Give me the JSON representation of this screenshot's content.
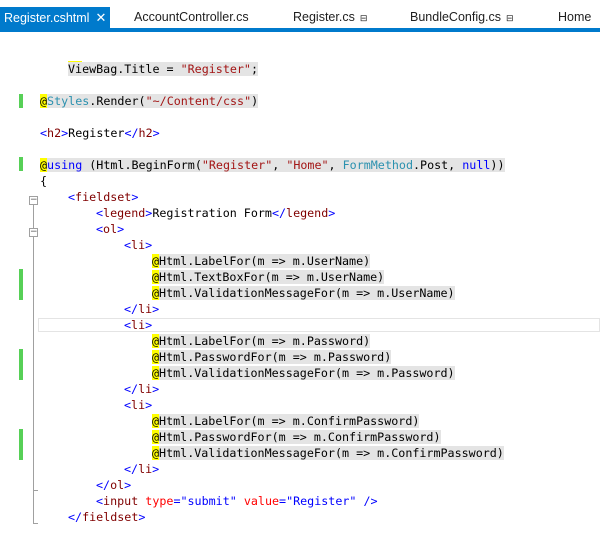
{
  "tabs": [
    {
      "label": "Register.cshtml",
      "active": true,
      "close": "✕"
    },
    {
      "label": "AccountController.cs"
    },
    {
      "label": "Register.cs",
      "pin": "⊟"
    },
    {
      "label": "BundleConfig.cs",
      "pin": "⊟"
    },
    {
      "label": "Home"
    }
  ],
  "code": {
    "l1_at": "@{",
    "l2a": "ViewBag.Title = ",
    "l2b": "\"Register\"",
    "l2c": ";",
    "l3": "}",
    "l4_at": "@",
    "l4_styles": "Styles",
    "l4_b": ".Render(",
    "l4_str": "\"~/Content/css\"",
    "l4_c": ")",
    "l6_open": "<",
    "l6_tag": "h2",
    "l6_close": ">",
    "l6_text": "Register",
    "l6_open2": "</",
    "l6_tag2": "h2",
    "l6_close2": ">",
    "l8_at": "@",
    "l8_using": "using",
    "l8_a": " (Html.BeginForm(",
    "l8_s1": "\"Register\"",
    "l8_c1": ", ",
    "l8_s2": "\"Home\"",
    "l8_c2": ", ",
    "l8_type": "FormMethod",
    "l8_b": ".Post, ",
    "l8_null": "null",
    "l8_end": "))",
    "l9": "{",
    "fieldset_open": "fieldset",
    "legend_tag": "legend",
    "legend_text": "Registration Form",
    "ol_tag": "ol",
    "li_tag": "li",
    "label_username": "@Html.LabelFor(m => m.UserName)",
    "textbox_username": "@Html.TextBoxFor(m => m.UserName)",
    "valid_username": "@Html.ValidationMessageFor(m => m.UserName)",
    "label_password": "@Html.LabelFor(m => m.Password)",
    "password_password": "@Html.PasswordFor(m => m.Password)",
    "valid_password": "@Html.ValidationMessageFor(m => m.Password)",
    "label_confirm": "@Html.LabelFor(m => m.ConfirmPassword)",
    "password_confirm": "@Html.PasswordFor(m => m.ConfirmPassword)",
    "valid_confirm": "@Html.ValidationMessageFor(m => m.ConfirmPassword)",
    "input_tag": "input",
    "type_attr": "type",
    "type_val": "\"submit\"",
    "value_attr": "value",
    "value_val": "\"Register\"",
    "selfclose": " />",
    "eq": "="
  }
}
